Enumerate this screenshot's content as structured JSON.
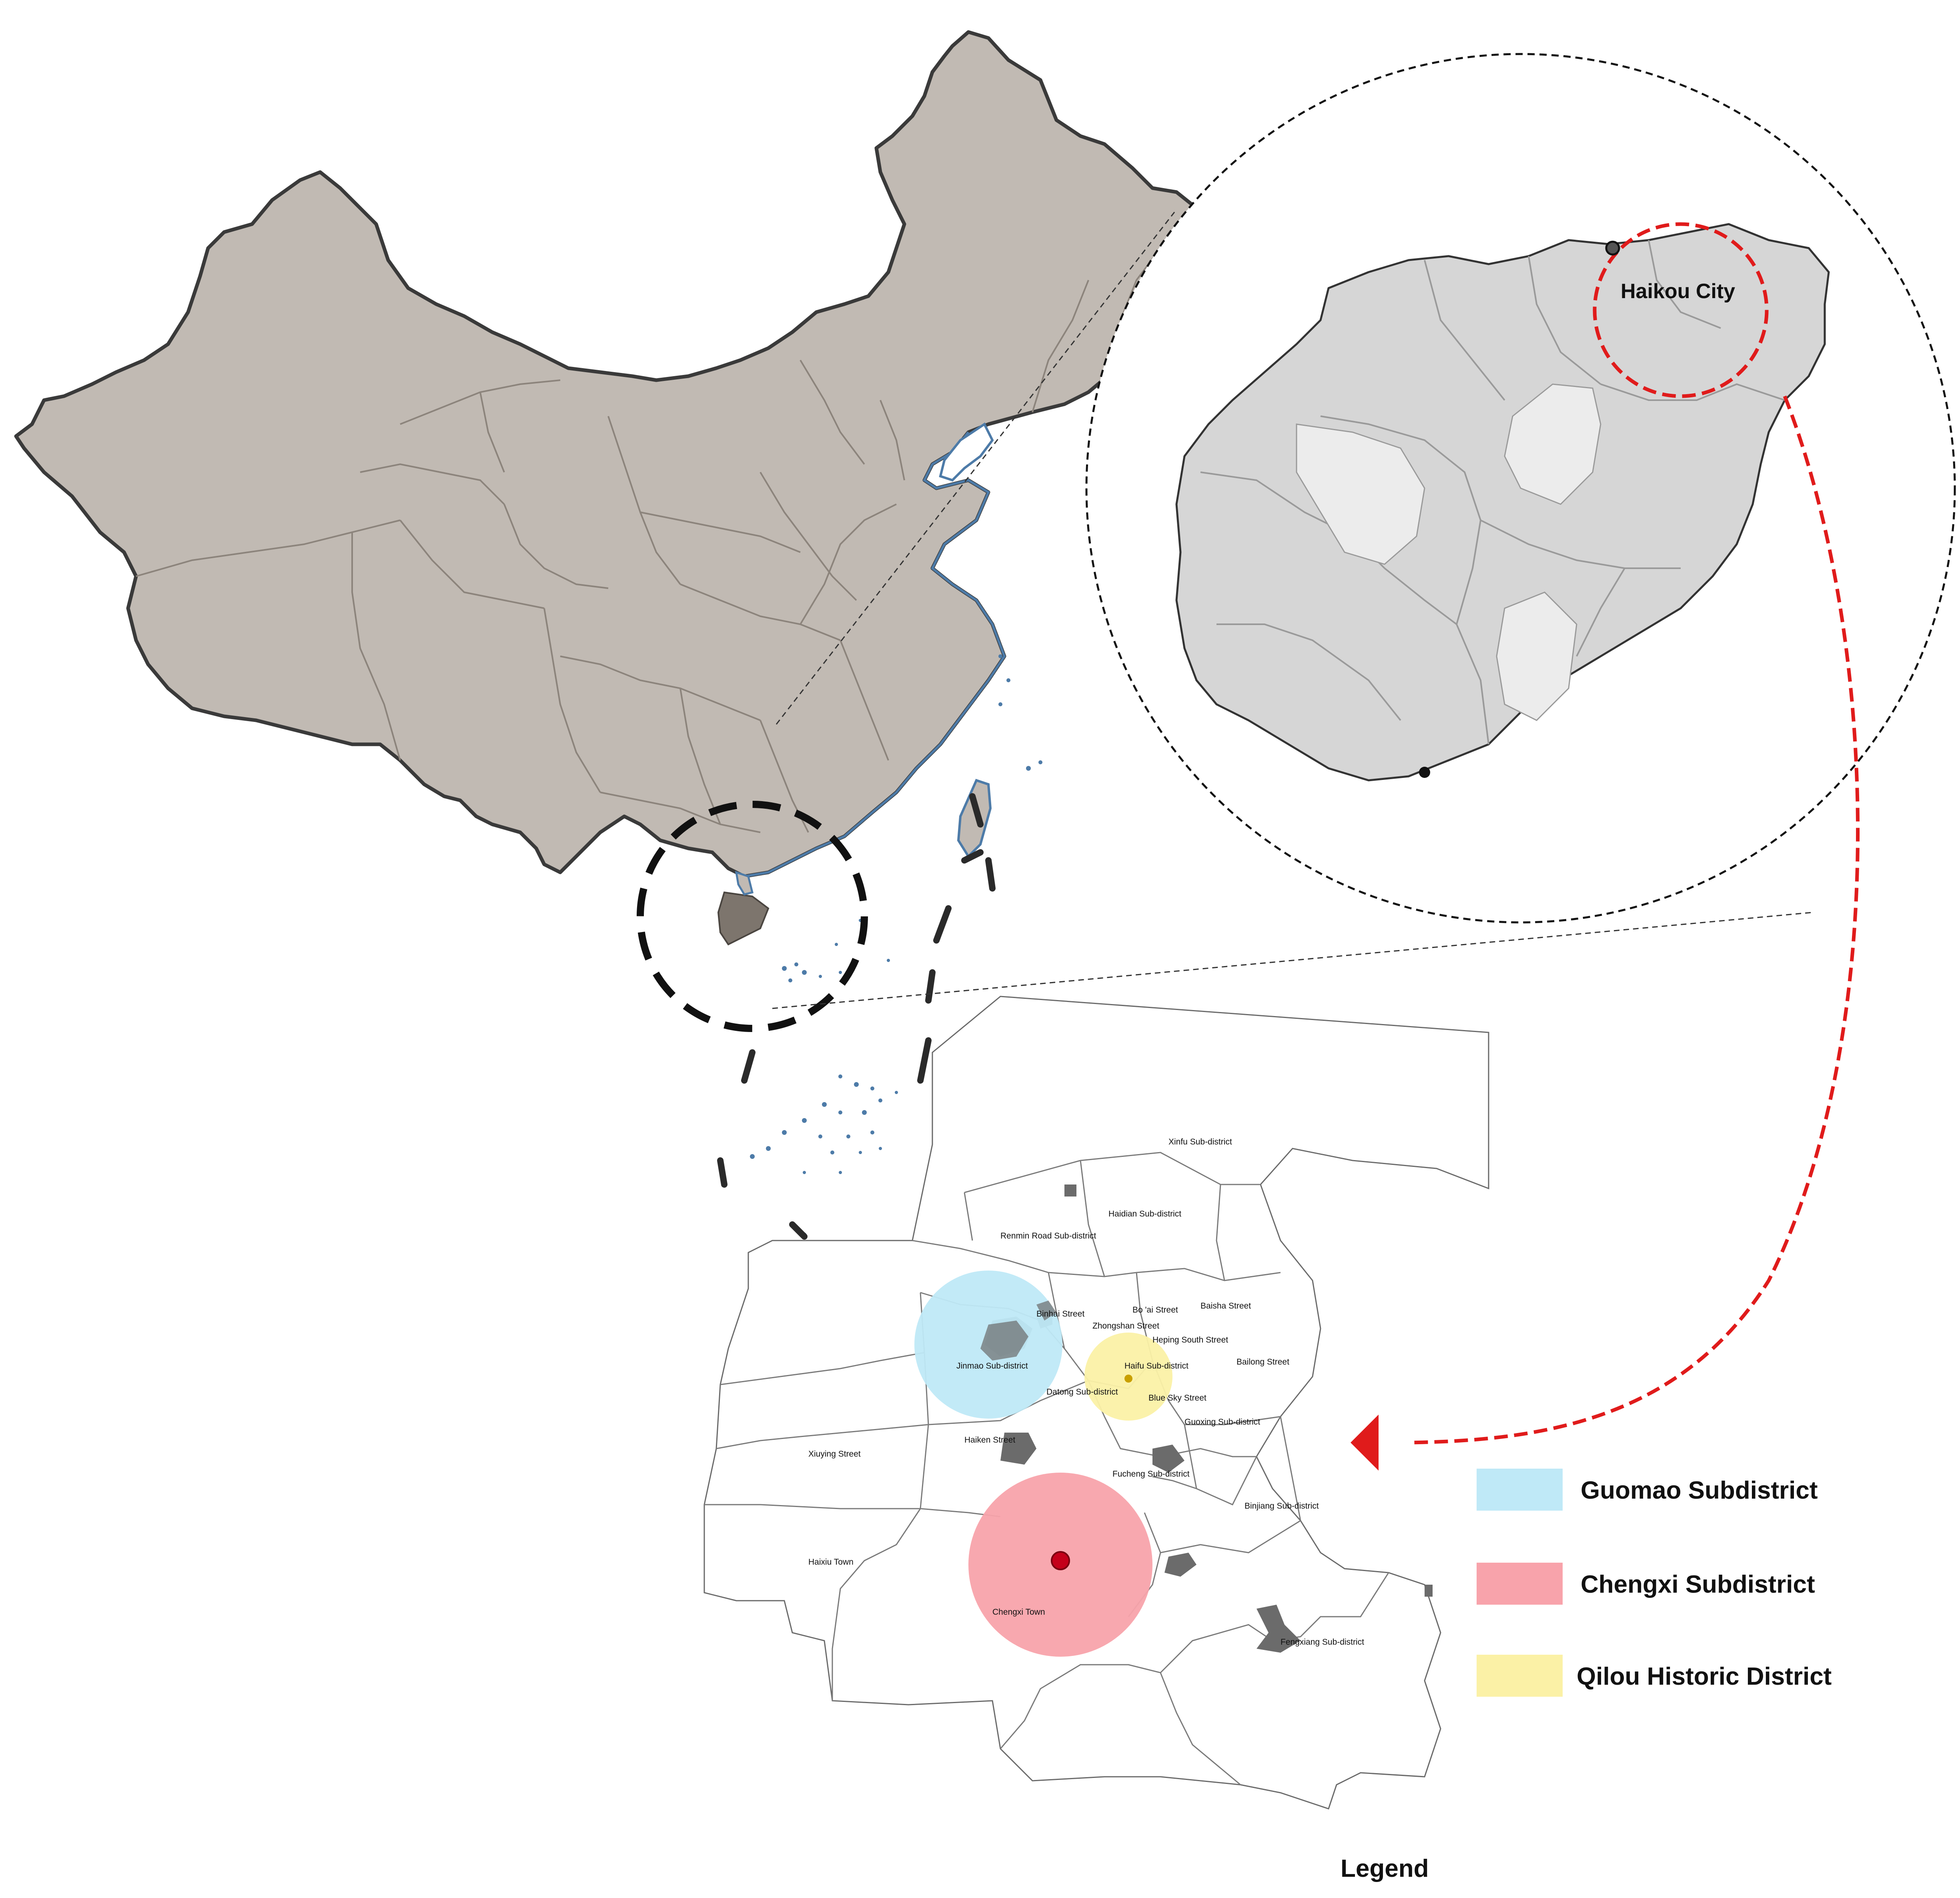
{
  "inset_label": "Haikou City",
  "legend": {
    "title": "Legend",
    "items": [
      {
        "label": "Guomao Subdistrict",
        "color": "#bfe9f7"
      },
      {
        "label": "Chengxi Subdistrict",
        "color": "#f8a3ab"
      },
      {
        "label": "Qilou Historic District",
        "color": "#fbf1a6"
      }
    ]
  },
  "districts": [
    "Xinfu Sub-district",
    "Haidian Sub-district",
    "Renmin Road Sub-district",
    "Binhai Street",
    "Bo 'ai Street",
    "Baisha Street",
    "Zhongshan Street",
    "Heping South Street",
    "Jinmao Sub-district",
    "Haifu Sub-district",
    "Bailong Street",
    "Datong Sub-district",
    "Blue Sky Street",
    "Guoxing Sub-district",
    "Haiken Street",
    "Xiuying Street",
    "Fucheng Sub-district",
    "Binjiang Sub-district",
    "Haixiu Town",
    "Chengxi Town",
    "Fengxiang Sub-district"
  ],
  "colors": {
    "china_fill": "#c1bab3",
    "china_border": "#3a3a3a",
    "coast": "#4d7ba8",
    "hainan_dark": "#7d756d",
    "island_fill": "#d8d8d8",
    "highlight_red": "#e01b1b"
  }
}
